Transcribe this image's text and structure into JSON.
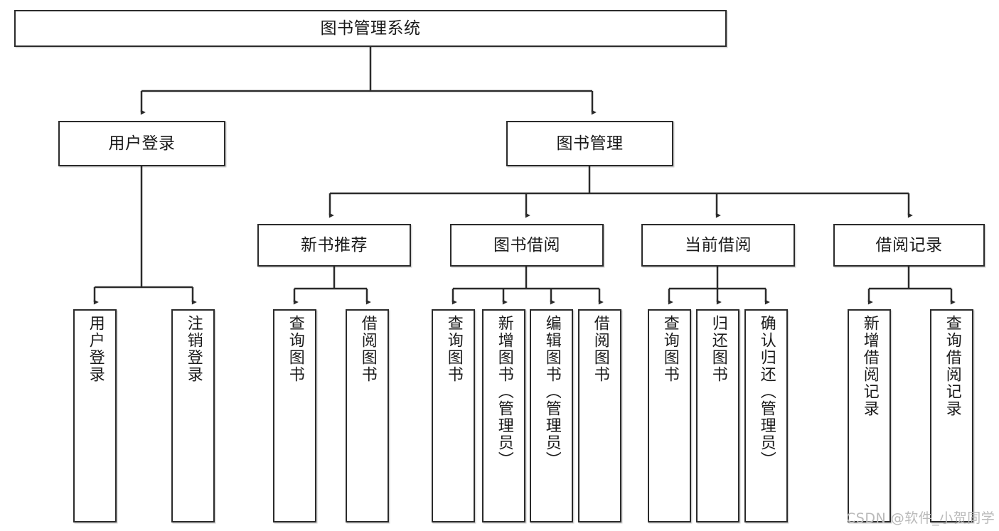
{
  "diagram": {
    "type": "tree-hierarchy-chart",
    "title": "图书管理系统",
    "edge_style": "orthogonal-with-arrowheads",
    "colors": {
      "box_border": "#2b2b2b",
      "box_fill": "#ffffff",
      "line": "#2b2b2b",
      "text": "#1a1a1a",
      "watermark": "#b9b9b9",
      "background": "#ffffff"
    }
  },
  "nodes": {
    "root": {
      "label": "图书管理系统"
    },
    "level2": [
      {
        "id": "user-login",
        "label": "用户登录"
      },
      {
        "id": "book-management",
        "label": "图书管理"
      }
    ],
    "level3": [
      {
        "id": "new-book-recommend",
        "label": "新书推荐"
      },
      {
        "id": "book-borrow",
        "label": "图书借阅"
      },
      {
        "id": "current-borrow",
        "label": "当前借阅"
      },
      {
        "id": "borrow-record",
        "label": "借阅记录"
      }
    ],
    "leaves": {
      "user-login": [
        {
          "id": "leaf-user-login",
          "label": "用户登录"
        },
        {
          "id": "leaf-user-logout",
          "label": "注销登录"
        }
      ],
      "new-book-recommend": [
        {
          "id": "leaf-query-book-1",
          "label": "查询图书"
        },
        {
          "id": "leaf-borrow-book-1",
          "label": "借阅图书"
        }
      ],
      "book-borrow": [
        {
          "id": "leaf-query-book-2",
          "label": "查询图书"
        },
        {
          "id": "leaf-add-book",
          "label": "新增图书（管理员）"
        },
        {
          "id": "leaf-edit-book",
          "label": "编辑图书（管理员）"
        },
        {
          "id": "leaf-borrow-book-2",
          "label": "借阅图书"
        }
      ],
      "current-borrow": [
        {
          "id": "leaf-query-book-3",
          "label": "查询图书"
        },
        {
          "id": "leaf-return-book",
          "label": "归还图书"
        },
        {
          "id": "leaf-confirm-return",
          "label": "确认归还（管理员）"
        }
      ],
      "borrow-record": [
        {
          "id": "leaf-add-record",
          "label": "新增借阅记录"
        },
        {
          "id": "leaf-query-record",
          "label": "查询借阅记录"
        }
      ]
    }
  },
  "watermark": {
    "text": "CSDN @软件_小贺同学"
  }
}
